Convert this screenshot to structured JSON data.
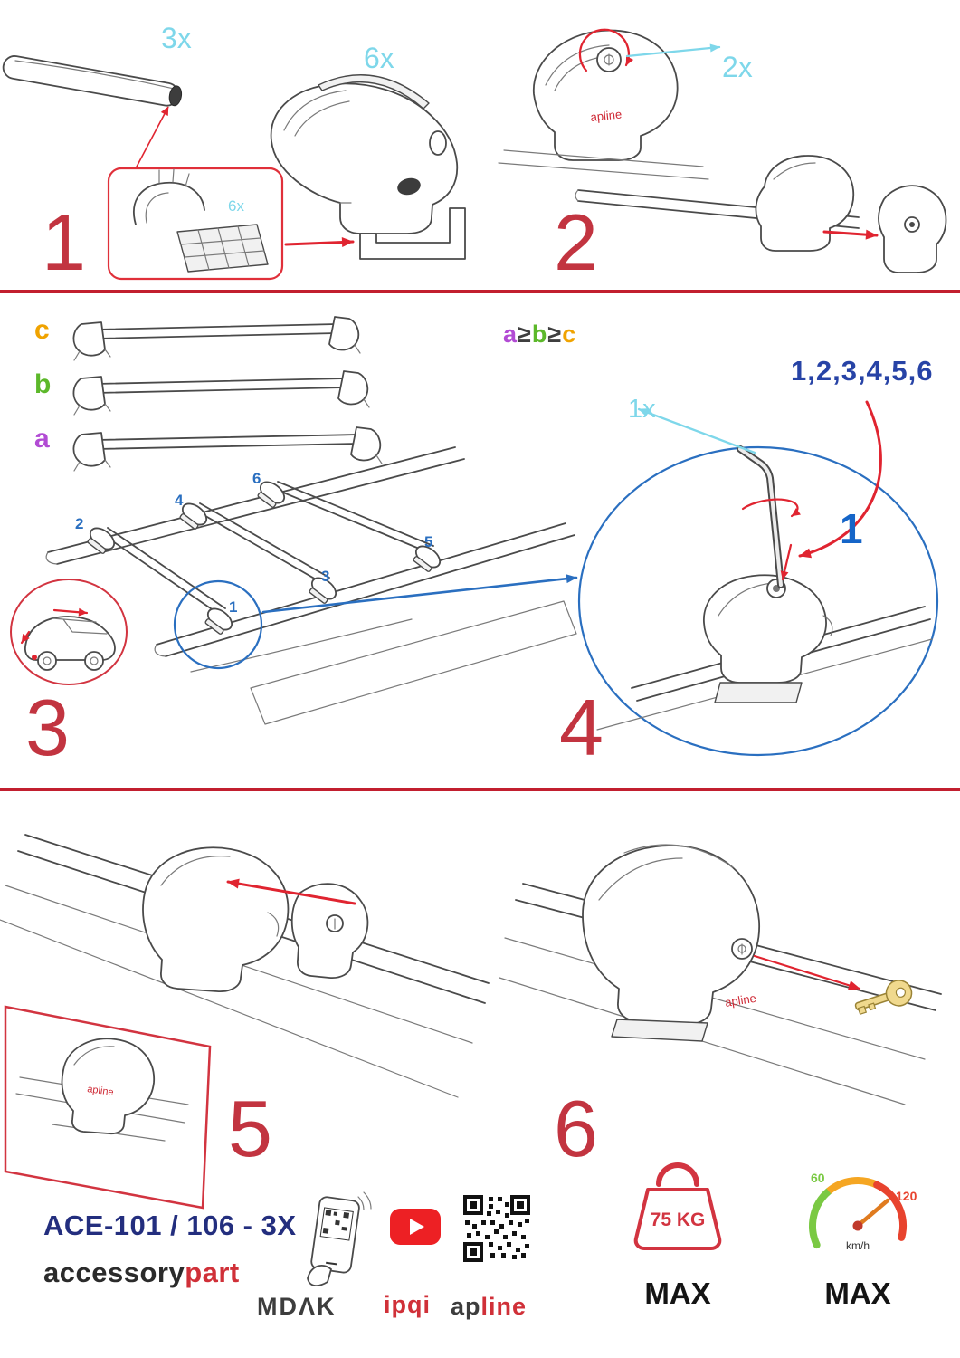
{
  "colors": {
    "step_red": "#c23440",
    "arrow_red": "#e02430",
    "cyan": "#7ed7ea",
    "blue": "#2a6fc0",
    "navy": "#232e7e",
    "green": "#5cb82a",
    "orange": "#f0a300",
    "purple": "#b24bd4"
  },
  "step1": {
    "number": "1",
    "bar_qty": "3x",
    "foot_qty": "6x",
    "pad_qty": "6x"
  },
  "step2": {
    "number": "2",
    "lock_qty": "2x"
  },
  "step3": {
    "number": "3",
    "bar_labels": {
      "c": "c",
      "b": "b",
      "a": "a"
    },
    "positions": {
      "p1": "1",
      "p2": "2",
      "p3": "3",
      "p4": "4",
      "p5": "5",
      "p6": "6"
    }
  },
  "step4": {
    "number": "4",
    "rule": {
      "a": "a",
      "ge1": "≥",
      "b": "b",
      "ge2": "≥",
      "c": "c"
    },
    "sequence": "1,2,3,4,5,6",
    "tool_qty": "1x",
    "callout": "1"
  },
  "step5": {
    "number": "5"
  },
  "step6": {
    "number": "6"
  },
  "branding": {
    "foot_logo": "apline"
  },
  "footer": {
    "model": "ACE-101 / 106 - 3X",
    "brand_black": "accessory",
    "brand_red": "part",
    "partner_mdak": "MDΛK",
    "partner_ipqi": "ipqi",
    "apline_black": "ap",
    "apline_red": "line",
    "weight_limit": "75 KG",
    "weight_max": "MAX",
    "speed_low": "60",
    "speed_high": "120",
    "speed_unit": "km/h",
    "speed_max": "MAX"
  }
}
